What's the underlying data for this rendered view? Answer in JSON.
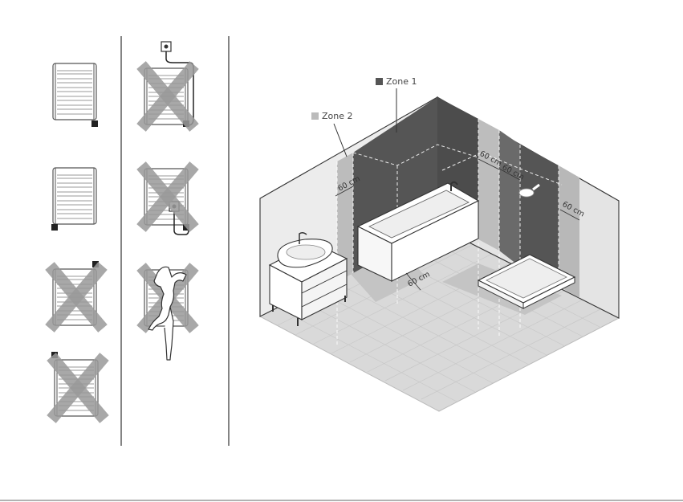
{
  "legend": {
    "zone1": {
      "label": "Zone 1",
      "color": "#555555"
    },
    "zone2": {
      "label": "Zone 2",
      "color": "#bbbbbb"
    }
  },
  "dimensions": {
    "left_wall": "60 cm",
    "bath_floor": "60 cm",
    "shower_back": "60 cm",
    "shower_side": "60 cm",
    "right_wall": "60 cm"
  },
  "installation_examples": [
    {
      "id": "connection-bottom-right",
      "allowed": true
    },
    {
      "id": "connection-bottom-left",
      "allowed": true
    },
    {
      "id": "connection-top-right",
      "allowed": false
    },
    {
      "id": "connection-top-left",
      "allowed": false
    },
    {
      "id": "plug-socket-above-radiator",
      "allowed": false
    },
    {
      "id": "plug-socket-behind-radiator",
      "allowed": false
    },
    {
      "id": "person-climbing-radiator",
      "allowed": false
    }
  ],
  "colors": {
    "line": "#333333",
    "cross": "#9a9a9a",
    "floor": "#d9d9d9",
    "wall": "#ececec"
  }
}
